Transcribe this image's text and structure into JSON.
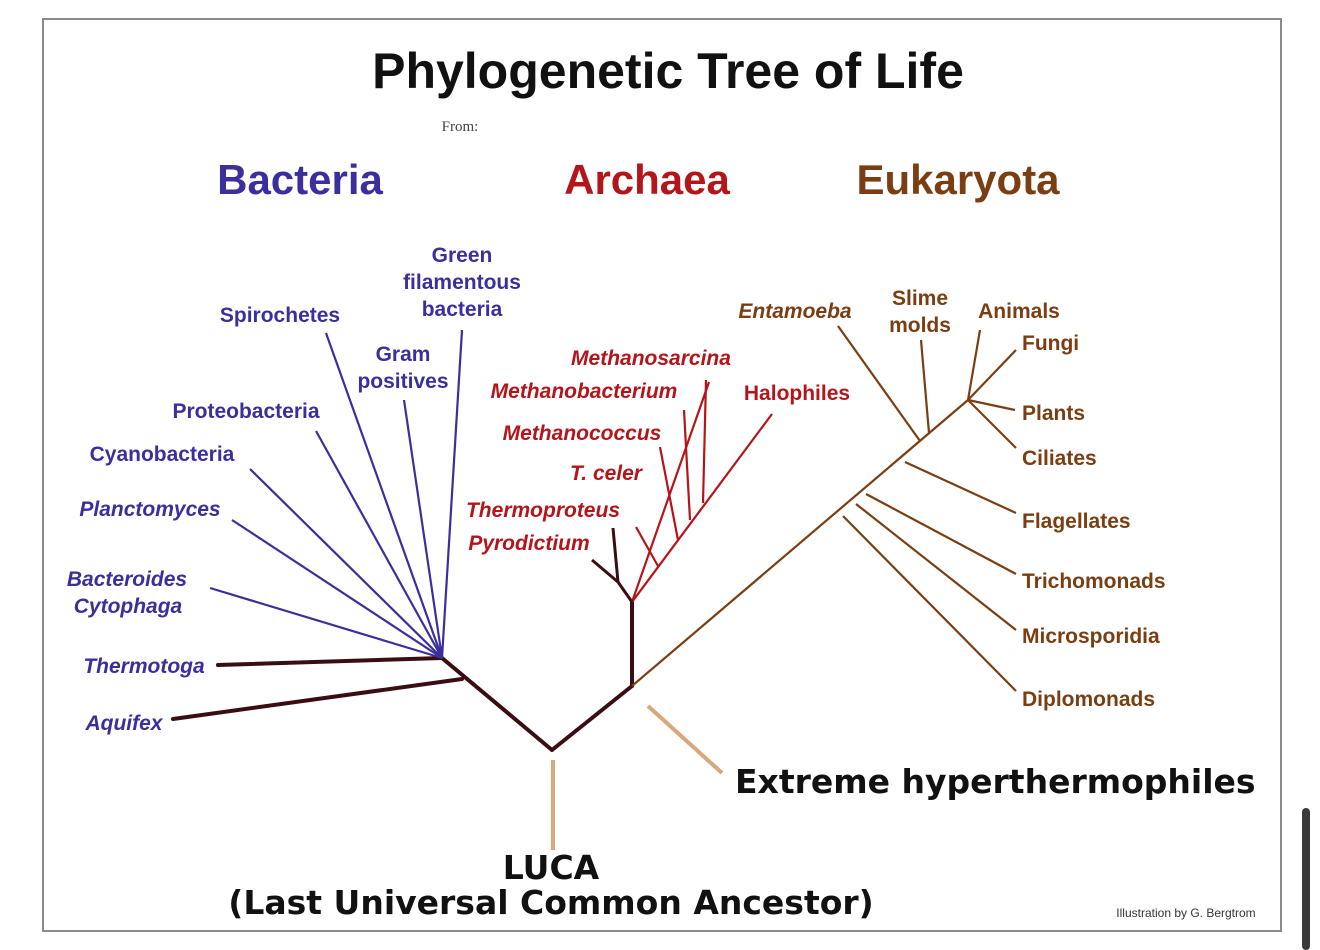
{
  "title": "Phylogenetic Tree of Life",
  "from_label": "From:",
  "domains": {
    "bacteria": "Bacteria",
    "archaea": "Archaea",
    "eukaryota": "Eukaryota"
  },
  "colors": {
    "bacteria": "#3a2f9c",
    "archaea": "#b3151b",
    "eukaryota": "#7a3e12",
    "root": "#3a0d12",
    "pointer": "#d7a87a"
  },
  "bacteria_leaves": {
    "green_filamentous": [
      "Green",
      "filamentous",
      "bacteria"
    ],
    "spirochetes": "Spirochetes",
    "gram_positives": [
      "Gram",
      "positives"
    ],
    "proteobacteria": "Proteobacteria",
    "cyanobacteria": "Cyanobacteria",
    "planctomyces": "Planctomyces",
    "bacteroides": "Bacteroides",
    "cytophaga": "Cytophaga",
    "thermotoga": "Thermotoga",
    "aquifex": "Aquifex"
  },
  "archaea_leaves": {
    "methanosarcina": "Methanosarcina",
    "methanobacterium": "Methanobacterium",
    "halophiles": "Halophiles",
    "methanococcus": "Methanococcus",
    "t_celer": "T. celer",
    "thermoproteus": "Thermoproteus",
    "pyrodictium": "Pyrodictium"
  },
  "eukaryota_leaves": {
    "entamoeba": "Entamoeba",
    "slime_molds": [
      "Slime",
      "molds"
    ],
    "animals": "Animals",
    "fungi": "Fungi",
    "plants": "Plants",
    "ciliates": "Ciliates",
    "flagellates": "Flagellates",
    "trichomonads": "Trichomonads",
    "microsporidia": "Microsporidia",
    "diplomonads": "Diplomonads"
  },
  "annotations": {
    "extreme": "Extreme hyperthermophiles",
    "luca": "LUCA",
    "luca_full": "(Last Universal Common Ancestor)",
    "credit": "Illustration by G. Bergtrom"
  }
}
